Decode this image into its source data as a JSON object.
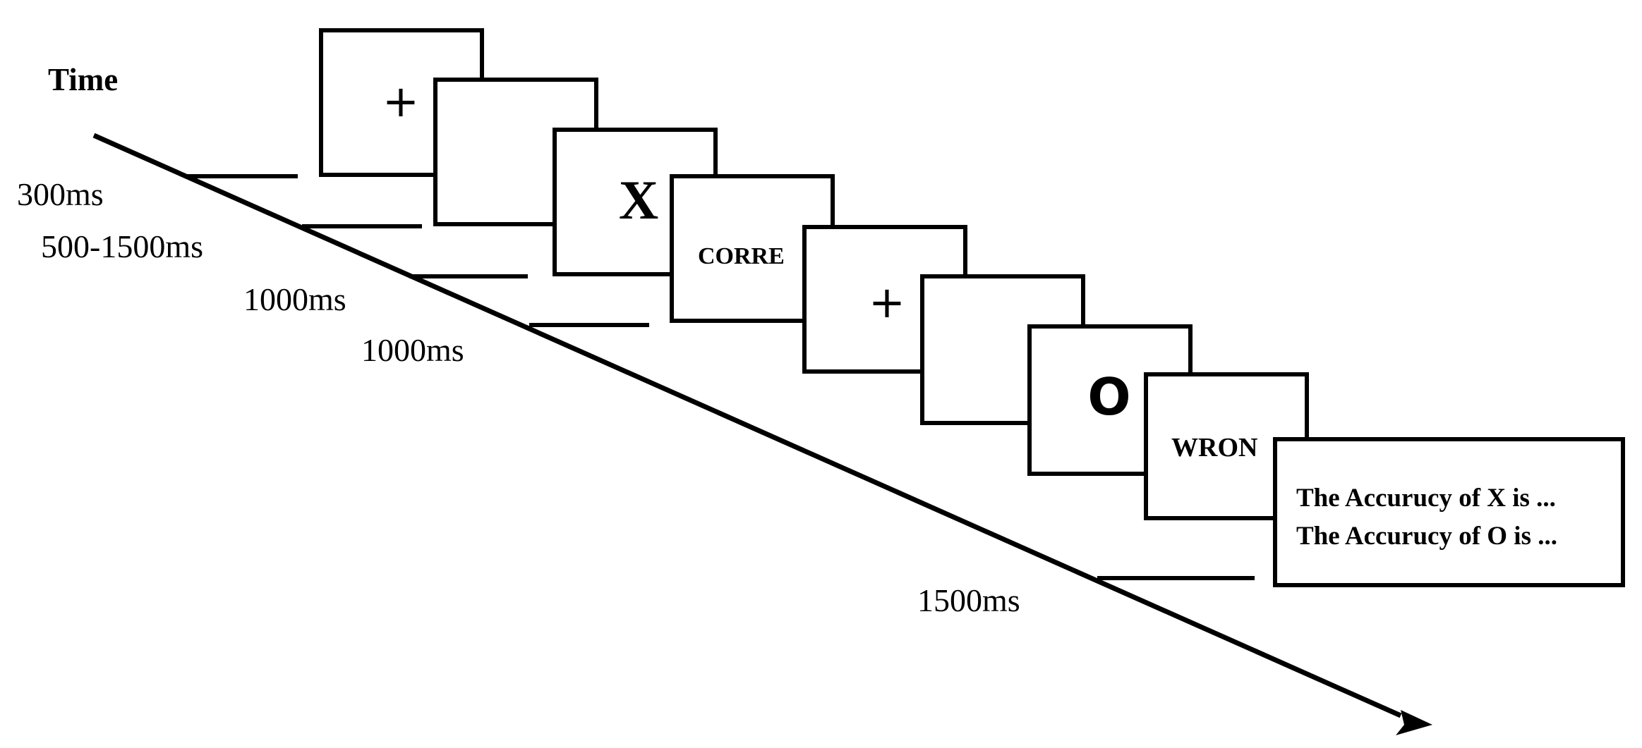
{
  "diagram": {
    "time_label": "Time",
    "durations": {
      "d1": "300ms",
      "d2": "500-1500ms",
      "d3": "1000ms",
      "d4": "1000ms",
      "d5": "1500ms"
    },
    "screens": {
      "fixation_1": "+",
      "stimulus_1": "X",
      "feedback_1": "CORRE",
      "fixation_2": "+",
      "stimulus_2": "O",
      "feedback_2": "WRON",
      "summary_line_1": "The Accurucy of X is ...",
      "summary_line_2": "The Accurucy of O is ..."
    }
  }
}
